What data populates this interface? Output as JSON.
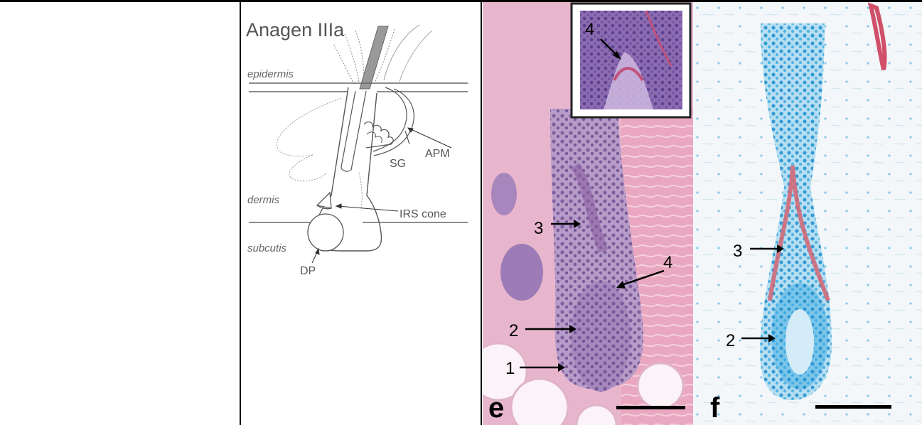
{
  "diagram": {
    "title": "Anagen IIIa",
    "layers": {
      "epidermis": "epidermis",
      "dermis": "dermis",
      "subcutis": "subcutis"
    },
    "labels": {
      "sg": "SG",
      "apm": "APM",
      "irs_cone": "IRS cone",
      "dp": "DP"
    }
  },
  "panel_e": {
    "letter": "e",
    "inset_marker": "4",
    "markers": [
      "1",
      "2",
      "3",
      "4"
    ]
  },
  "panel_f": {
    "letter": "f",
    "markers": [
      "2",
      "3"
    ]
  },
  "colors": {
    "he_background": "#e8b6cc",
    "he_purple": "#8e6aa8",
    "alcian_blue": "#3aa8dd",
    "elastic_red": "#d06a7a",
    "scale_bar": "#000000"
  }
}
